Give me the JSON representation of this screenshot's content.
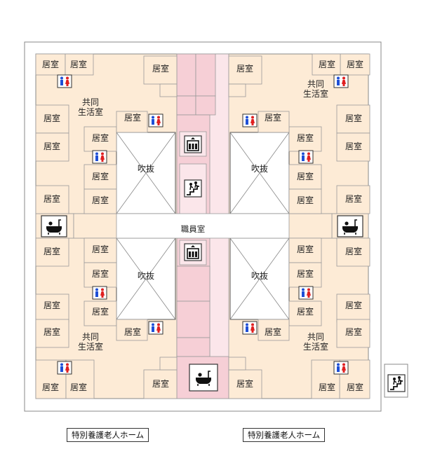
{
  "labels": {
    "resident_room": "居室",
    "common_living": "共同\n生活室",
    "atrium": "吹抜",
    "staff_room": "職員室"
  },
  "captions": {
    "left": "特別養護老人ホーム",
    "right": "特別養護老人ホーム"
  },
  "icons": {
    "toilet": "toilet-icon",
    "bath": "bath-icon",
    "elevator": "elevator-icon",
    "stairs": "stairs-icon"
  },
  "colors": {
    "room_fill": "#fdebd6",
    "corridor_pink": "#f6cfd6",
    "corridor_light": "#fbe6ea",
    "male_blue": "#1e4fd6",
    "female_red": "#e02020"
  }
}
